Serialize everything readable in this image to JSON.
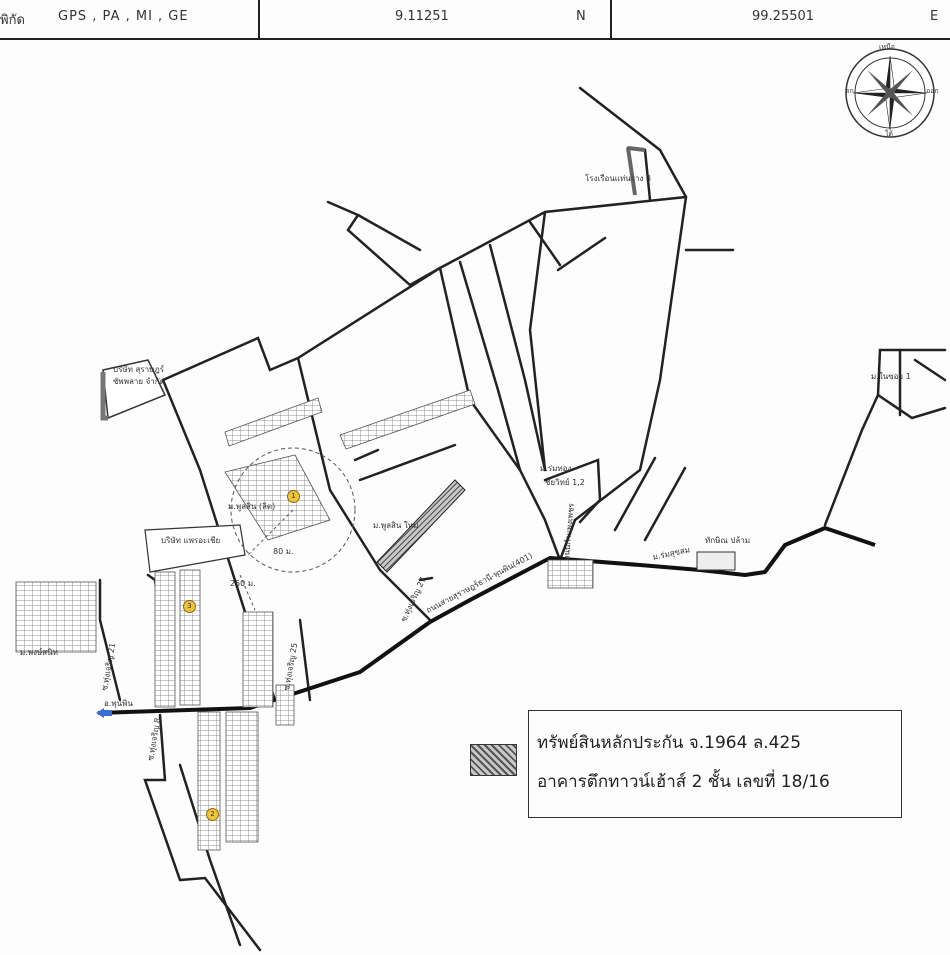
{
  "header": {
    "coord_label": "พิกัด",
    "systems": "GPS , PA , MI , GE",
    "latitude": "9.11251",
    "lat_dir": "N",
    "longitude": "99.25501",
    "lon_dir": "E"
  },
  "compass": {
    "north": "เหนือ",
    "south": "ใต้",
    "east": "ออก",
    "west": "ตก"
  },
  "labels": {
    "factory3": "โรงเรือนแท่นราง 3",
    "company_supply": "บริษัท สุราษฎร์",
    "company_supply2": "ซัพพลาย จำกัด",
    "village_right": "ม.ในซอย 1",
    "village_center": "ม.พูลสิน (ลิต)",
    "distance_80": "80 ม.",
    "distance_250": "250 ม.",
    "company_tire": "บริษัท แพรอะเชีย",
    "village_left": "ม.พงษ์สนิท",
    "road_soi21": "ซ.ทุ่งเจริญ 21",
    "road_soi8": "ซ.ทุ่งเจริญ 8",
    "road_soi25": "ซ.ทุ่งเจริญ 25",
    "road_soi27": "ซ.ทุ่งเจริญ 27",
    "village_mid": "ม.พูลสิน ใหม่",
    "highway": "ถนนสายสุราษฎร์ธานี-พุนพิน(401)",
    "village_chainoi": "ม.ร่มทอง",
    "chainoi_sub": "ชัยวิทย์ 1,2",
    "road_kamphet": "ถนนกำแพงเพชร",
    "village_sumsuk": "ม.ร่มสุขสม",
    "market": "ทักษิณ ปล้าม",
    "arrow_to": "อ.พุนพิน",
    "marker_1": "1",
    "marker_2": "2",
    "marker_3": "3"
  },
  "legend": {
    "line1": "ทรัพย์สินหลักประกัน จ.1964 ล.425",
    "line2": "อาคารตึกทาวน์เฮ้าส์ 2 ชั้น เลขที่ 18/16"
  }
}
